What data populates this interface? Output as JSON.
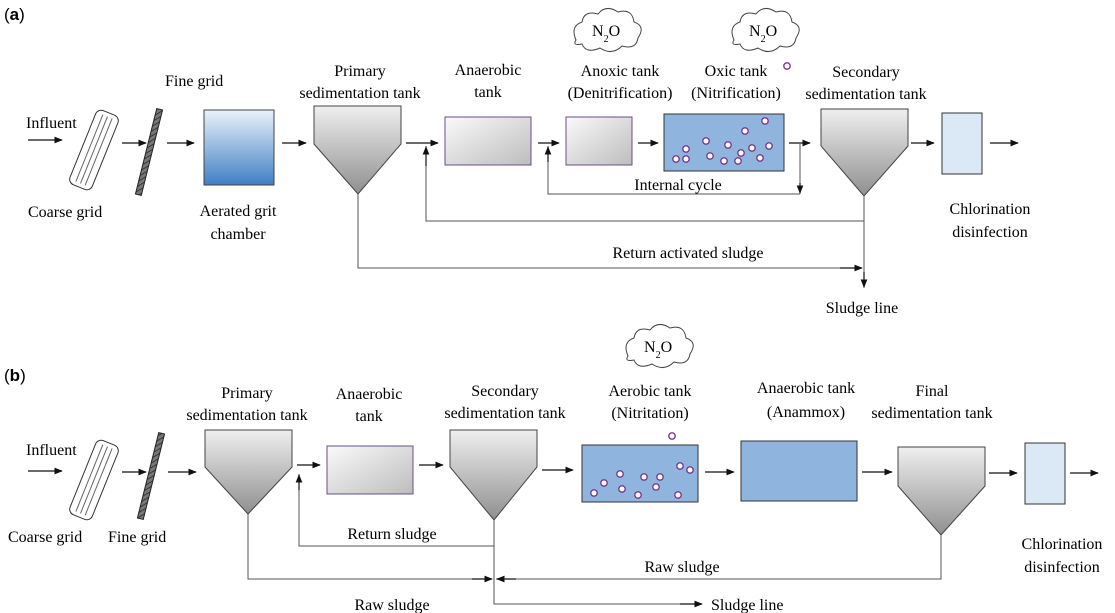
{
  "panel_a": {
    "tag": "a",
    "influent": "Influent",
    "coarse_grid": "Coarse grid",
    "fine_grid": "Fine grid",
    "aerated_grit": [
      "Aerated grit",
      "chamber"
    ],
    "primary": [
      "Primary",
      "sedimentation tank"
    ],
    "anaerobic": [
      "Anaerobic",
      "tank"
    ],
    "anoxic": [
      "Anoxic tank",
      "(Denitrification)"
    ],
    "oxic": [
      "Oxic tank",
      "(Nitrification)"
    ],
    "secondary": [
      "Secondary",
      "sedimentation tank"
    ],
    "chlorination": [
      "Chlorination",
      "disinfection"
    ],
    "internal_cycle": "Internal cycle",
    "return_sludge": "Return activated sludge",
    "sludge_line": "Sludge line",
    "n2o": "N2O"
  },
  "panel_b": {
    "tag": "b",
    "influent": "Influent",
    "coarse_grid": "Coarse grid",
    "fine_grid": "Fine grid",
    "primary": [
      "Primary",
      "sedimentation tank"
    ],
    "anaerobic": [
      "Anaerobic",
      "tank"
    ],
    "secondary": [
      "Secondary",
      "sedimentation tank"
    ],
    "aerobic": [
      "Aerobic tank",
      "(Nitritation)"
    ],
    "anammox": [
      "Anaerobic tank",
      "(Anammox)"
    ],
    "final": [
      "Final",
      "sedimentation tank"
    ],
    "chlorination": [
      "Chlorination",
      "disinfection"
    ],
    "return_sludge": "Return sludge",
    "raw_sludge_1": "Raw sludge",
    "raw_sludge_2": "Raw sludge",
    "sludge_line": "Sludge line",
    "n2o": "N2O"
  },
  "colors": {
    "water_blue": "#8fb4dd",
    "tank_grey_light": "#f2f2f2",
    "tank_grey_dark": "#bdbdbd",
    "bubble_outline": "#7a3a8c"
  }
}
